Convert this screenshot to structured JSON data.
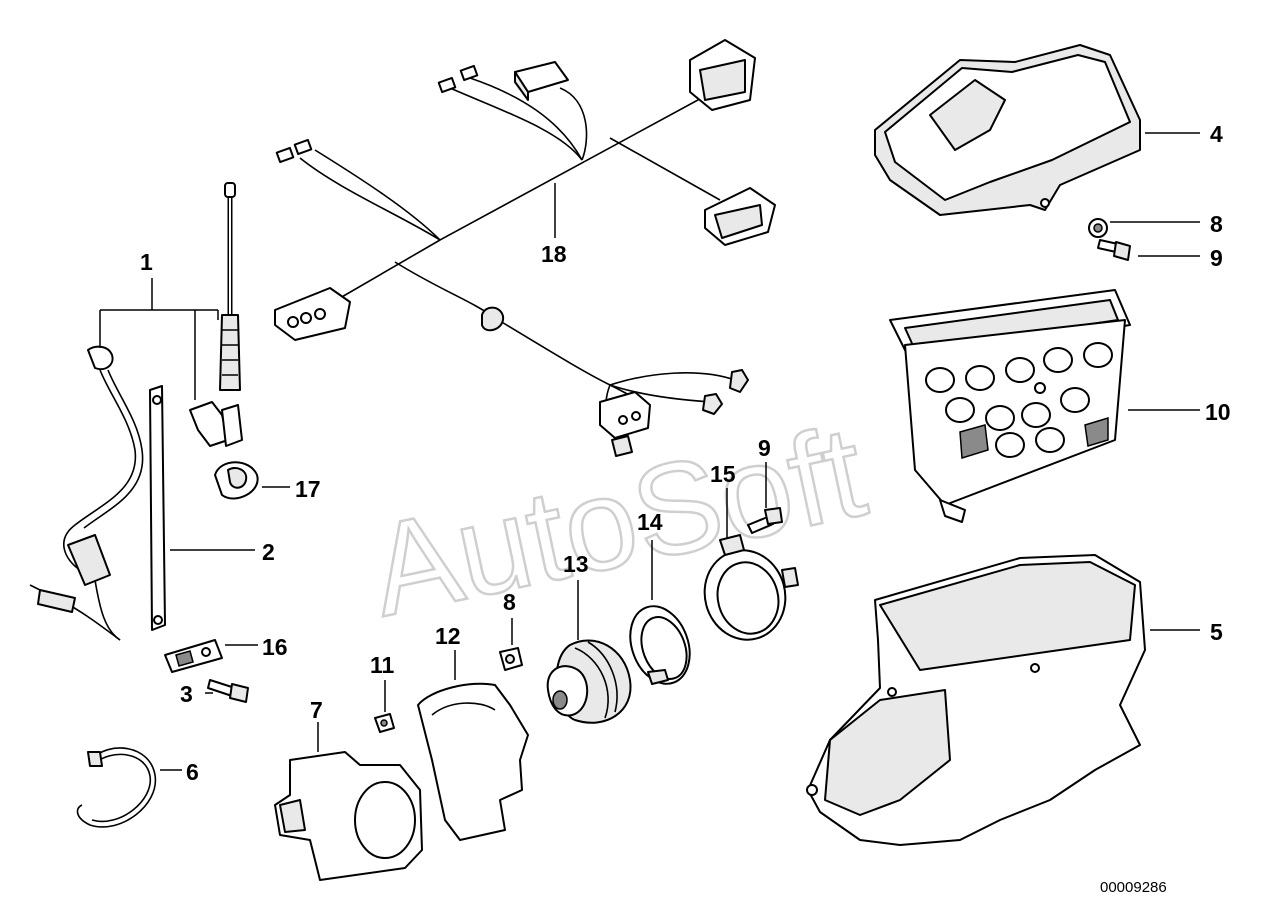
{
  "labels": {
    "l1": "1",
    "l2": "2",
    "l3": "3",
    "l4": "4",
    "l5": "5",
    "l6": "6",
    "l7": "7",
    "l8a": "8",
    "l8b": "8",
    "l9a": "9",
    "l9b": "9",
    "l10": "10",
    "l11": "11",
    "l12": "12",
    "l13": "13",
    "l14": "14",
    "l15": "15",
    "l16": "16",
    "l17": "17",
    "l18": "18"
  },
  "watermark": "AutoSoft",
  "diagram_code": "00009286"
}
